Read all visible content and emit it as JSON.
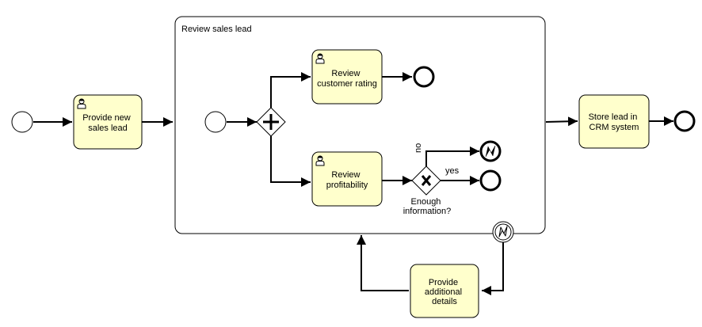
{
  "subprocess": {
    "label": "Review sales lead"
  },
  "tasks": {
    "provide_new_sales_lead": [
      "Provide new",
      "sales lead"
    ],
    "review_customer_rating": [
      "Review",
      "customer rating"
    ],
    "review_profitability": [
      "Review",
      "profitability"
    ],
    "store_lead": [
      "Store lead in",
      "CRM system"
    ],
    "provide_additional_details": [
      "Provide",
      "additional",
      "details"
    ]
  },
  "gateway": {
    "question": [
      "Enough",
      "information?"
    ],
    "no_label": "no",
    "yes_label": "yes"
  },
  "icons": {
    "task": "user-task-icon",
    "parallel": "parallel-gateway-icon",
    "exclusive": "exclusive-gateway-icon",
    "error": "error-end-event-icon",
    "boundary": "boundary-error-event-icon"
  },
  "colors": {
    "task_fill": "#ffffcc",
    "stroke": "#000000"
  }
}
